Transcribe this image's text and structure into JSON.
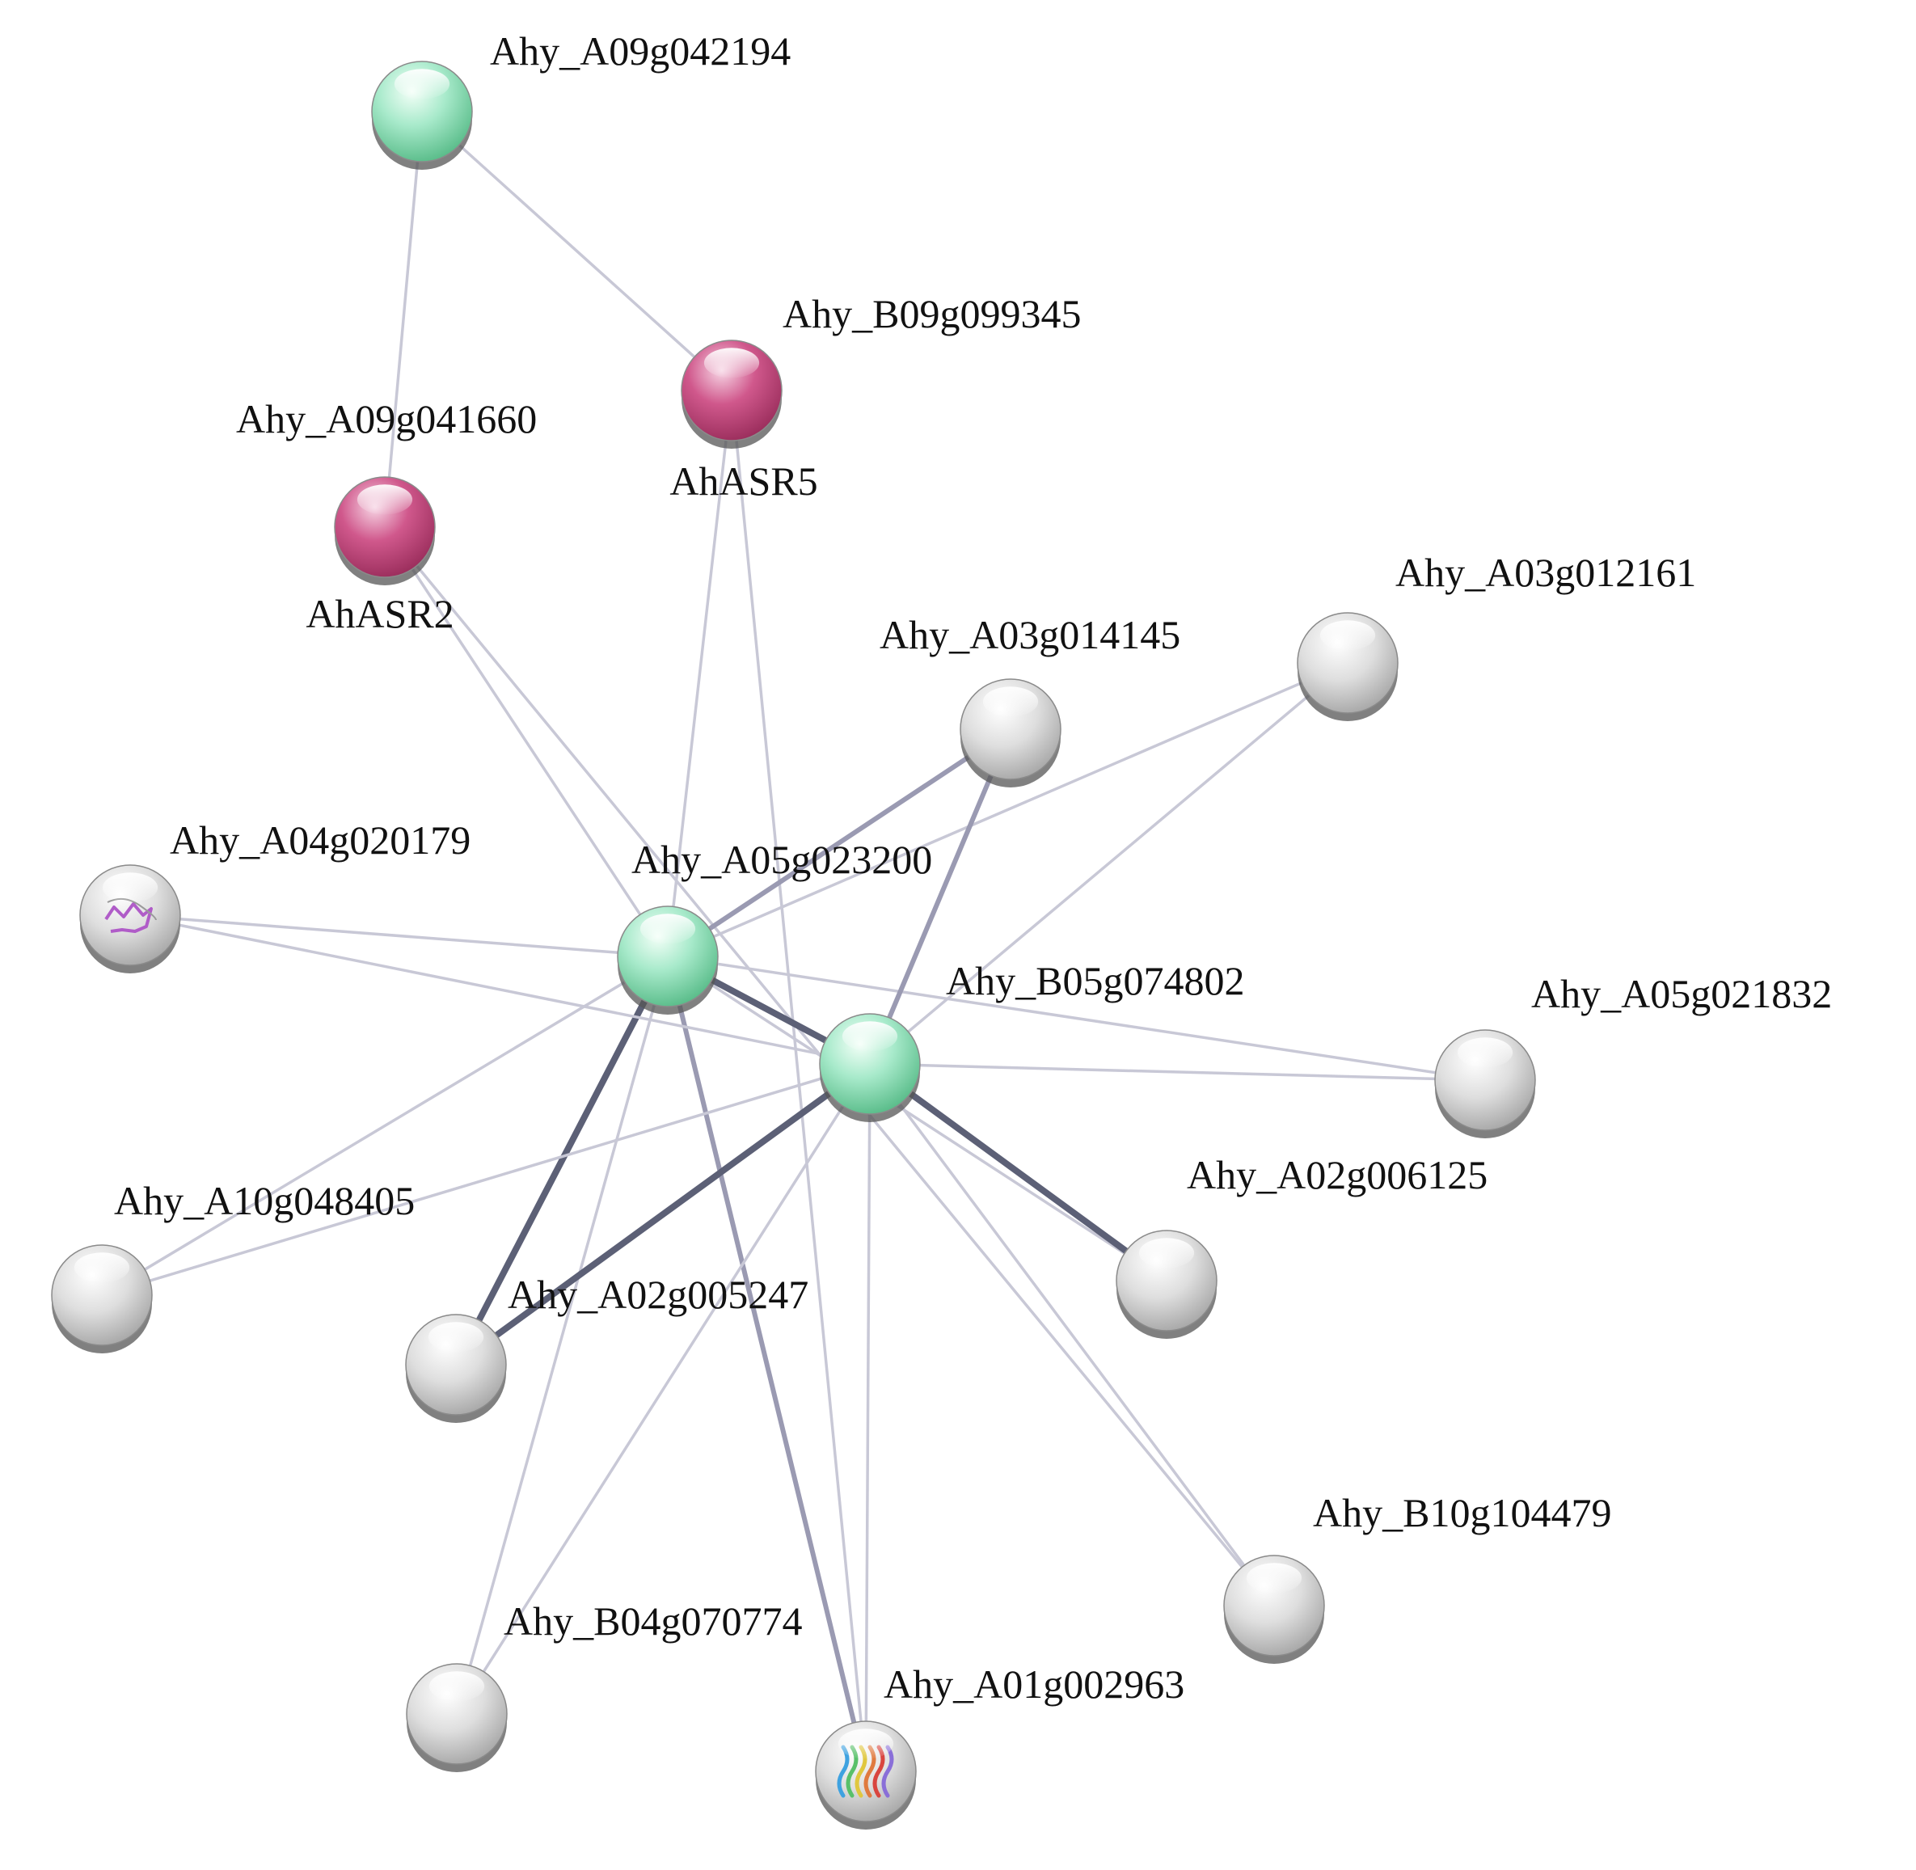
{
  "network": {
    "colors": {
      "green": "#a8eacb",
      "pink": "#d0588c",
      "grey": "#d8d8d8",
      "edge_light": "#c8c8d6",
      "edge_mid": "#9a9ab2",
      "edge_dark": "#5c6076"
    },
    "nodes": [
      {
        "id": "A09g042194",
        "label": "Ahy_A09g042194",
        "color": "green"
      },
      {
        "id": "B09g099345",
        "label": "Ahy_B09g099345",
        "sublabel": "AhASR5",
        "color": "pink"
      },
      {
        "id": "A09g041660",
        "label": "Ahy_A09g041660",
        "sublabel": "AhASR2",
        "color": "pink"
      },
      {
        "id": "A03g012161",
        "label": "Ahy_A03g012161",
        "color": "grey"
      },
      {
        "id": "A03g014145",
        "label": "Ahy_A03g014145",
        "color": "grey"
      },
      {
        "id": "A04g020179",
        "label": "Ahy_A04g020179",
        "color": "grey",
        "structure": "purple-structure"
      },
      {
        "id": "A05g023200",
        "label": "Ahy_A05g023200",
        "color": "green"
      },
      {
        "id": "B05g074802",
        "label": "Ahy_B05g074802",
        "color": "green"
      },
      {
        "id": "A05g021832",
        "label": "Ahy_A05g021832",
        "color": "grey"
      },
      {
        "id": "A02g006125",
        "label": "Ahy_A02g006125",
        "color": "grey"
      },
      {
        "id": "A10g048405",
        "label": "Ahy_A10g048405",
        "color": "grey"
      },
      {
        "id": "A02g005247",
        "label": "Ahy_A02g005247",
        "color": "grey"
      },
      {
        "id": "B10g104479",
        "label": "Ahy_B10g104479",
        "color": "grey"
      },
      {
        "id": "B04g070774",
        "label": "Ahy_B04g070774",
        "color": "grey"
      },
      {
        "id": "A01g002963",
        "label": "Ahy_A01g002963",
        "color": "grey",
        "structure": "helix-structure"
      }
    ],
    "edges": [
      {
        "source": "A09g042194",
        "target": "A09g041660",
        "weight": 1
      },
      {
        "source": "A09g042194",
        "target": "B09g099345",
        "weight": 1
      },
      {
        "source": "B09g099345",
        "target": "A05g023200",
        "weight": 1
      },
      {
        "source": "B09g099345",
        "target": "A01g002963",
        "weight": 1
      },
      {
        "source": "A09g041660",
        "target": "A05g023200",
        "weight": 1
      },
      {
        "source": "A09g041660",
        "target": "B10g104479",
        "weight": 1
      },
      {
        "source": "A05g023200",
        "target": "B05g074802",
        "weight": 3
      },
      {
        "source": "A05g023200",
        "target": "A03g014145",
        "weight": 2
      },
      {
        "source": "A05g023200",
        "target": "A02g005247",
        "weight": 3
      },
      {
        "source": "A05g023200",
        "target": "A04g020179",
        "weight": 1
      },
      {
        "source": "A05g023200",
        "target": "A10g048405",
        "weight": 1
      },
      {
        "source": "A05g023200",
        "target": "A05g021832",
        "weight": 1
      },
      {
        "source": "A05g023200",
        "target": "A03g012161",
        "weight": 1
      },
      {
        "source": "A05g023200",
        "target": "B04g070774",
        "weight": 1
      },
      {
        "source": "A05g023200",
        "target": "A01g002963",
        "weight": 2
      },
      {
        "source": "A05g023200",
        "target": "A02g006125",
        "weight": 1
      },
      {
        "source": "B05g074802",
        "target": "A03g014145",
        "weight": 2
      },
      {
        "source": "B05g074802",
        "target": "A02g006125",
        "weight": 3
      },
      {
        "source": "B05g074802",
        "target": "A02g005247",
        "weight": 3
      },
      {
        "source": "B05g074802",
        "target": "A04g020179",
        "weight": 1
      },
      {
        "source": "B05g074802",
        "target": "A10g048405",
        "weight": 1
      },
      {
        "source": "B05g074802",
        "target": "A05g021832",
        "weight": 1
      },
      {
        "source": "B05g074802",
        "target": "A03g012161",
        "weight": 1
      },
      {
        "source": "B05g074802",
        "target": "B04g070774",
        "weight": 1
      },
      {
        "source": "B05g074802",
        "target": "A01g002963",
        "weight": 1
      },
      {
        "source": "B05g074802",
        "target": "B10g104479",
        "weight": 1
      }
    ]
  }
}
